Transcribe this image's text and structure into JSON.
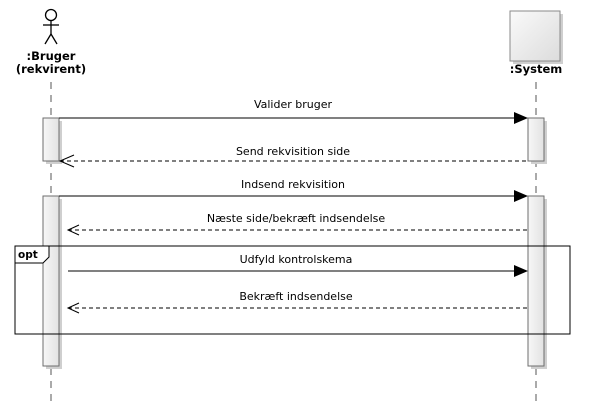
{
  "participants": [
    {
      "id": "bruger",
      "kind": "actor",
      "label_lines": [
        ":Bruger",
        "(rekvirent)"
      ]
    },
    {
      "id": "system",
      "kind": "box",
      "label_lines": [
        ":System"
      ]
    }
  ],
  "fragment": {
    "operator": "opt"
  },
  "messages": [
    {
      "label": "Valider bruger",
      "kind": "sync"
    },
    {
      "label": "Send rekvisition side",
      "kind": "reply"
    },
    {
      "label": "Indsend rekvisition",
      "kind": "sync"
    },
    {
      "label": "Næste side/bekræft indsendelse",
      "kind": "reply"
    },
    {
      "label": "Udfyld kontrolskema",
      "kind": "sync"
    },
    {
      "label": "Bekræft indsendelse",
      "kind": "reply"
    }
  ],
  "colors": {
    "line": "#000000",
    "lifeline": "#555555",
    "activation_fill": "#efefef",
    "activation_stroke": "#6e6e6e",
    "box_fill": "#f0f0f0",
    "box_stroke": "#8a8a8a",
    "shadow": "#c8c8c8"
  }
}
